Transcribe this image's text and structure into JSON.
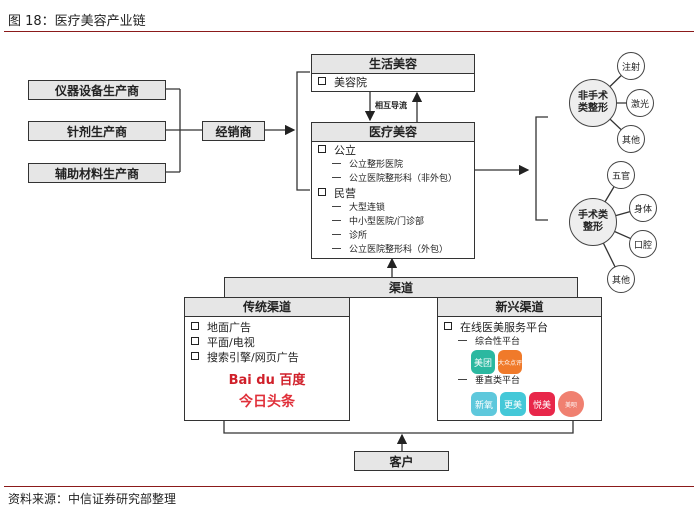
{
  "title": "图 18：医疗美容产业链",
  "source": "资料来源：中信证券研究部整理",
  "manufacturers": [
    "仪器设备生产商",
    "针剂生产商",
    "辅助材料生产商"
  ],
  "distributor": "经销商",
  "life_beauty": {
    "title": "生活美容",
    "items": [
      "美容院"
    ]
  },
  "mutual_label": "相互导流",
  "medical_beauty": {
    "title": "医疗美容",
    "public": "公立",
    "public_items": [
      "公立整形医院",
      "公立医院整形科（非外包）"
    ],
    "private": "民营",
    "private_items": [
      "大型连锁",
      "中小型医院/门诊部",
      "诊所",
      "公立医院整形科（外包）"
    ]
  },
  "non_surgical": {
    "label": "非手术类整形",
    "children": [
      "注射",
      "激光",
      "其他"
    ]
  },
  "surgical": {
    "label": "手术类整形",
    "children": [
      "五官",
      "身体",
      "口腔",
      "其他"
    ]
  },
  "channel": "渠道",
  "traditional": {
    "title": "传统渠道",
    "items": [
      "地面广告",
      "平面/电视",
      "搜索引擎/网页广告"
    ],
    "logos": [
      "Bai du 百度",
      "今日头条"
    ]
  },
  "emerging": {
    "title": "新兴渠道",
    "item": "在线医美服务平台",
    "sub1": "综合性平台",
    "sub1_logos": [
      "美团",
      "大众点评"
    ],
    "sub2": "垂直类平台",
    "sub2_logos": [
      "新氧",
      "更美",
      "悦美",
      "美呗"
    ]
  },
  "customer": "客户",
  "colors": {
    "rule": "#8b1a1a",
    "header_fill": "#e6e6e6",
    "baidu": "#d0202a"
  }
}
